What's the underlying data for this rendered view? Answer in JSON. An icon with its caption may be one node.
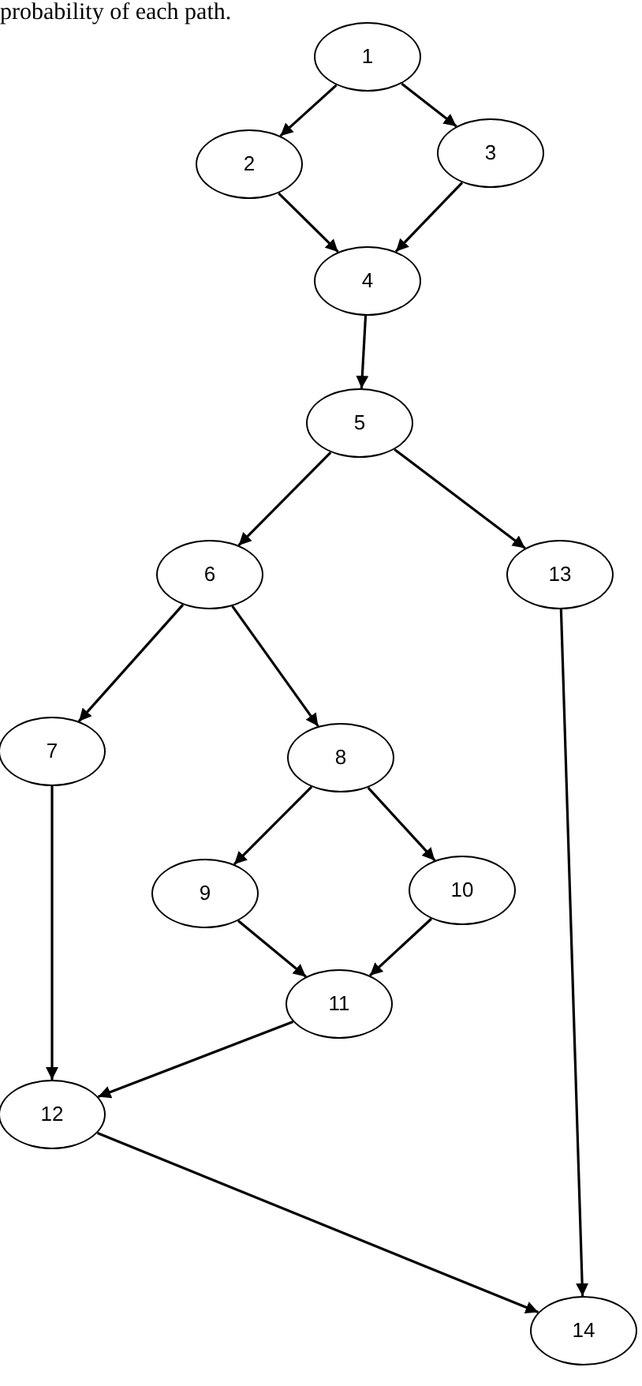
{
  "diagram": {
    "nodes": [
      {
        "text": [
          "1"
        ]
      },
      {
        "text": [
          "2"
        ]
      },
      {
        "text": [
          "3"
        ]
      },
      {
        "text": [
          "4"
        ]
      },
      {
        "text": [
          "5"
        ]
      },
      {
        "text": [
          "6"
        ]
      },
      {
        "text": [
          "13"
        ]
      },
      {
        "text": [
          "7"
        ]
      },
      {
        "text": [
          "8"
        ]
      },
      {
        "text": [
          "9"
        ]
      },
      {
        "text": [
          "10"
        ]
      },
      {
        "text": [
          "11"
        ]
      },
      {
        "text": [
          "12"
        ]
      },
      {
        "text": [
          "14"
        ]
      }
    ],
    "edges": [
      {
        "from": 0,
        "to": 1,
        "arrow": "to"
      },
      {
        "from": 0,
        "to": 2,
        "arrow": "to"
      },
      {
        "from": 1,
        "to": 3,
        "arrow": "to"
      },
      {
        "from": 2,
        "to": 3,
        "arrow": "to"
      },
      {
        "from": 3,
        "to": 4,
        "arrow": "to"
      },
      {
        "from": 4,
        "to": 5,
        "arrow": "to"
      },
      {
        "from": 4,
        "to": 6,
        "arrow": "to"
      },
      {
        "from": 5,
        "to": 7,
        "arrow": "to"
      },
      {
        "from": 5,
        "to": 8,
        "arrow": "to"
      },
      {
        "from": 8,
        "to": 9,
        "arrow": "to"
      },
      {
        "from": 8,
        "to": 10,
        "arrow": "to"
      },
      {
        "from": 9,
        "to": 11,
        "arrow": "to"
      },
      {
        "from": 10,
        "to": 11,
        "arrow": "to"
      },
      {
        "from": 11,
        "to": 12,
        "arrow": "to"
      },
      {
        "from": 7,
        "to": 12,
        "arrow": "to"
      },
      {
        "from": 12,
        "to": 13,
        "arrow": "to"
      },
      {
        "from": 6,
        "to": 13,
        "arrow": "to"
      }
    ],
    "labels": [
      "probability of each path."
    ]
  }
}
